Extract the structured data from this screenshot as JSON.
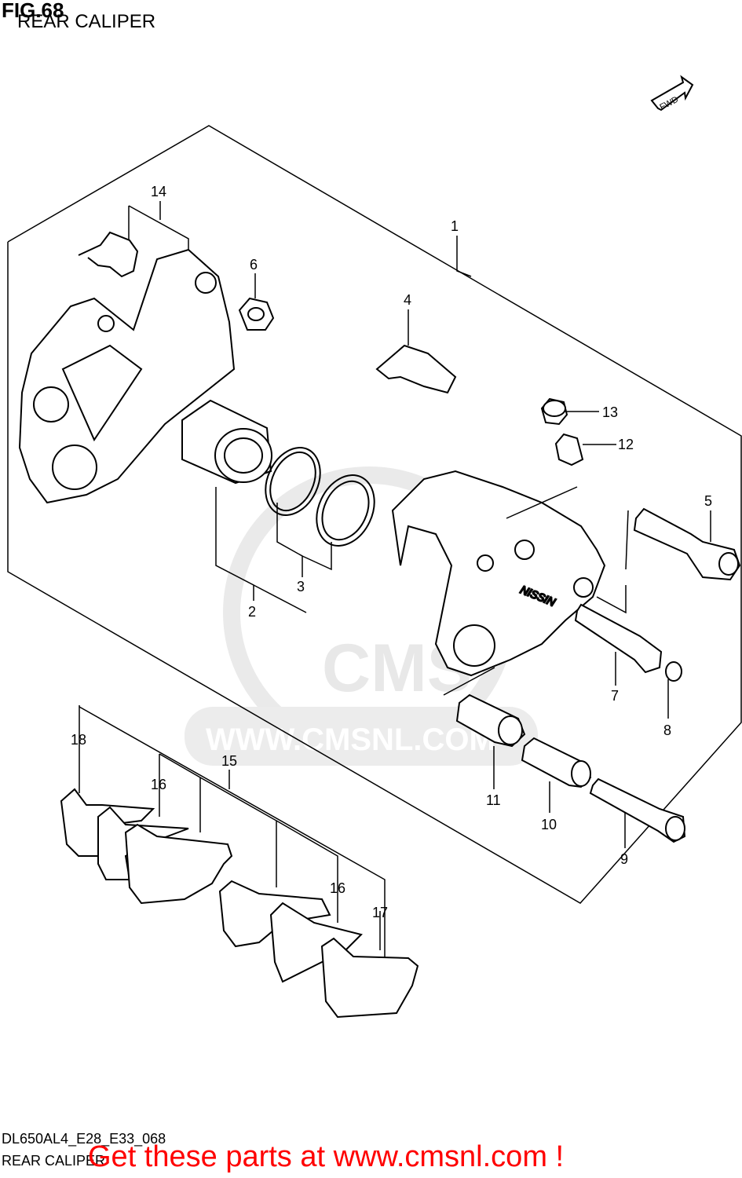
{
  "header": {
    "fig_label": "FIG.68",
    "subtitle": "REAR CALIPER"
  },
  "footer": {
    "drawing_code": "DL650AL4_E28_E33_068",
    "subtitle": "REAR CALIPER",
    "cta": "Get these parts at www.cmsnl.com !"
  },
  "fwd_badge": "FWD",
  "watermark": {
    "brand": "CMS",
    "url": "WWW.CMSNL.COM"
  },
  "parts": [
    {
      "id": "1",
      "label": "1"
    },
    {
      "id": "2",
      "label": "2"
    },
    {
      "id": "3",
      "label": "3"
    },
    {
      "id": "4",
      "label": "4"
    },
    {
      "id": "5",
      "label": "5"
    },
    {
      "id": "6",
      "label": "6"
    },
    {
      "id": "7",
      "label": "7"
    },
    {
      "id": "8",
      "label": "8"
    },
    {
      "id": "9",
      "label": "9"
    },
    {
      "id": "10",
      "label": "10"
    },
    {
      "id": "11",
      "label": "11"
    },
    {
      "id": "12",
      "label": "12"
    },
    {
      "id": "13",
      "label": "13"
    },
    {
      "id": "14",
      "label": "14"
    },
    {
      "id": "15",
      "label": "15"
    },
    {
      "id": "16a",
      "label": "16"
    },
    {
      "id": "16b",
      "label": "16"
    },
    {
      "id": "17",
      "label": "17"
    },
    {
      "id": "18",
      "label": "18"
    }
  ],
  "colors": {
    "line": "#000000",
    "cta": "#ff0000",
    "watermark": "#e8e8e8"
  }
}
